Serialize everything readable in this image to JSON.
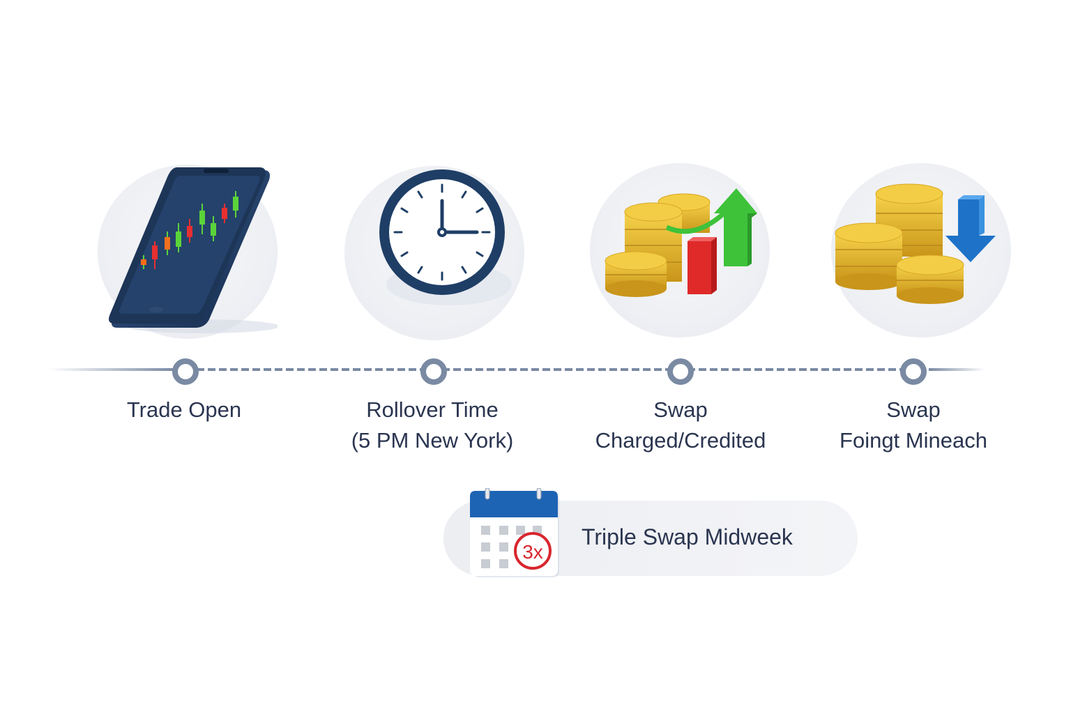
{
  "diagram": {
    "type": "timeline",
    "steps": [
      {
        "label_line1": "Trade Open",
        "label_line2": "",
        "icon": "smartphone-chart-icon"
      },
      {
        "label_line1": "Rollover Time",
        "label_line2": "(5 PM New York)",
        "icon": "clock-icon"
      },
      {
        "label_line1": "Swap",
        "label_line2": "Charged/Credited",
        "icon": "coins-up-arrow-icon"
      },
      {
        "label_line1": "Swap",
        "label_line2": "Foingt Mineach",
        "icon": "coins-down-arrow-icon"
      }
    ],
    "callout": {
      "label": "Triple Swap Midweek",
      "badge": "3x",
      "icon": "calendar-icon"
    }
  },
  "colors": {
    "text": "#2a3550",
    "timeline": "#7a8aa3",
    "phone_body": "#1f3b63",
    "clock_ring": "#1f3e66",
    "coin_gold": "#e8b92a",
    "up_arrow": "#3ec23a",
    "red_bar": "#e02a2a",
    "down_arrow": "#1e73c8",
    "calendar_header": "#1e64b4",
    "badge_red": "#d9262e"
  }
}
